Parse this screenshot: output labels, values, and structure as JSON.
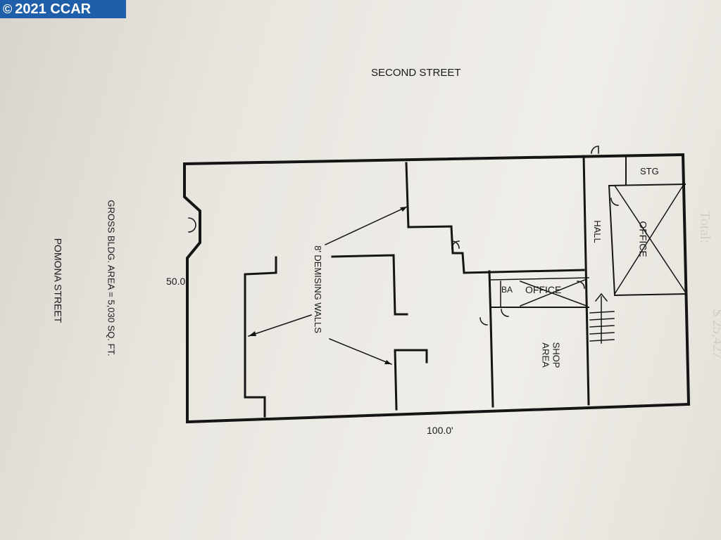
{
  "watermark": {
    "symbol": "©",
    "text": "2021 CCAR"
  },
  "streets": {
    "top": "SECOND STREET",
    "left": "POMONA STREET"
  },
  "dimensions": {
    "width": "50.0'",
    "length": "100.0'"
  },
  "gross_area": "GROSS BLDG. AREA = 5,030 SQ. FT.",
  "rooms": {
    "stg": "STG",
    "office_upper": "OFFICE",
    "hall": "HALL",
    "office_lower": "OFFICE",
    "ba": "BA",
    "shop_area_line1": "SHOP",
    "shop_area_line2": "AREA"
  },
  "annotation": "8' DEMISING WALLS"
}
